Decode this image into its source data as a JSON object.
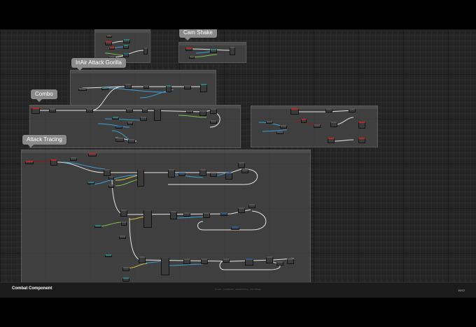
{
  "comments": {
    "cam_shake": "Cam Shake",
    "inair_attack": "InAir Attack Gorilla",
    "combo": "Combo",
    "attack_tracing": "Attack Tracing"
  },
  "footer": {
    "title": "Combat Component",
    "breadcrumb": "Combo · InAirAttack · AttackTracing · Cam Shake",
    "page": "10/12"
  },
  "colors": {
    "graph_bg": "#242424",
    "comment_bg": "#464646",
    "wire_exec": "#e6e6e6",
    "wire_object": "#3aa0d9",
    "wire_bool": "#8a1c1c",
    "wire_float": "#7ec34a",
    "wire_vector": "#e0c341",
    "event_red": "#b42a2a",
    "func_blue": "#2c5d8c",
    "node_teal": "#2f7a7a"
  }
}
